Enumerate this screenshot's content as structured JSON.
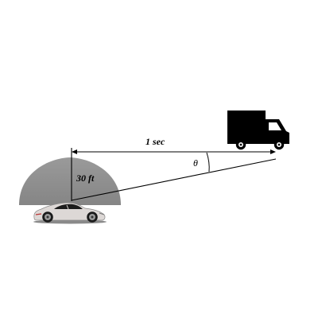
{
  "labels": {
    "time": "1 sec",
    "height": "30 ft",
    "angle": "θ"
  },
  "colors": {
    "zone": "#8f8f8f",
    "truck": "#000000",
    "car_body": "#ddd8d6",
    "line": "#000000"
  },
  "icons": {
    "truck": "delivery-truck-icon",
    "car": "sports-car-icon"
  }
}
